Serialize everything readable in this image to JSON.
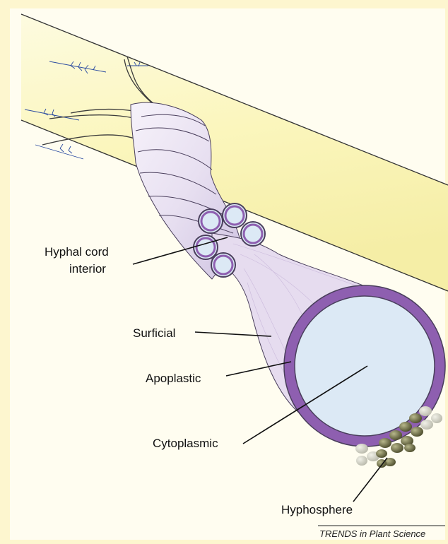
{
  "labels": {
    "hyphal_cord_interior_line1": "Hyphal cord",
    "hyphal_cord_interior_line2": "interior",
    "surficial": "Surficial",
    "apoplastic": "Apoplastic",
    "cytoplasmic": "Cytoplasmic",
    "hyphosphere": "Hyphosphere"
  },
  "credit": "TRENDS in Plant Science",
  "colors": {
    "page_background": "#fdf6cf",
    "root_fill": "#fbf7c4",
    "cord_fill": "#ece6f4",
    "cord_outline": "#4a3f5c",
    "hypha_wall": "#8e5fb0",
    "hypha_lumen": "#dce9f5",
    "hyphae_particles": "#6b6b47",
    "root_hair_lines": "#2a4aa0"
  }
}
